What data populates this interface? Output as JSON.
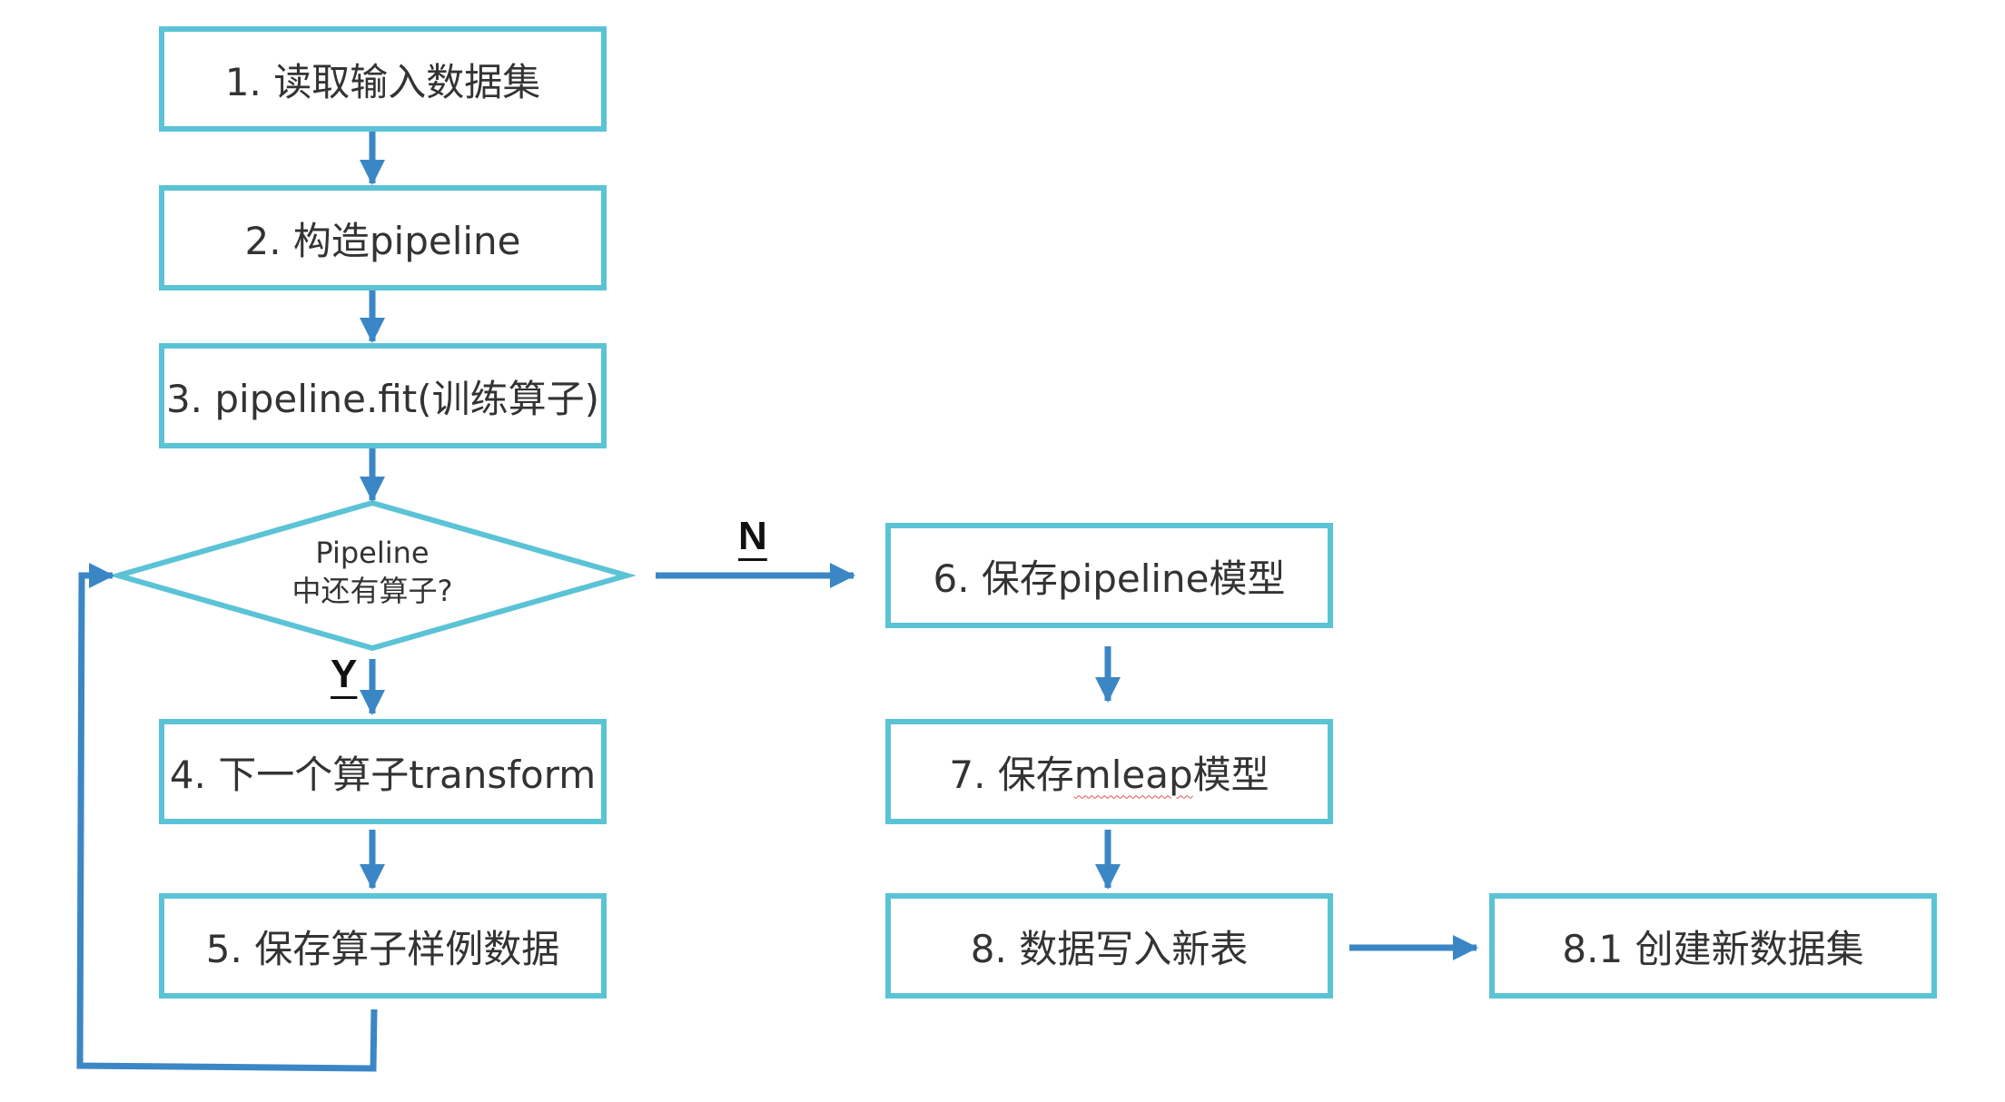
{
  "colors": {
    "box_border": "#5bc3d6",
    "arrow": "#3b87c6",
    "text": "#333333"
  },
  "steps": {
    "s1": "1. 读取输入数据集",
    "s2": "2. 构造pipeline",
    "s3": "3. pipeline.fit(训练算子)",
    "s4": "4. 下一个算子transform",
    "s5": "5. 保存算子样例数据",
    "s6": "6. 保存pipeline模型",
    "s7_prefix": "7. 保存",
    "s7_marked": "mleap",
    "s7_suffix": "模型",
    "s8": "8. 数据写入新表",
    "s81": "8.1 创建新数据集"
  },
  "decision": {
    "line1": "Pipeline",
    "line2": "中还有算子?"
  },
  "branches": {
    "yes": "Y",
    "no": "N"
  }
}
